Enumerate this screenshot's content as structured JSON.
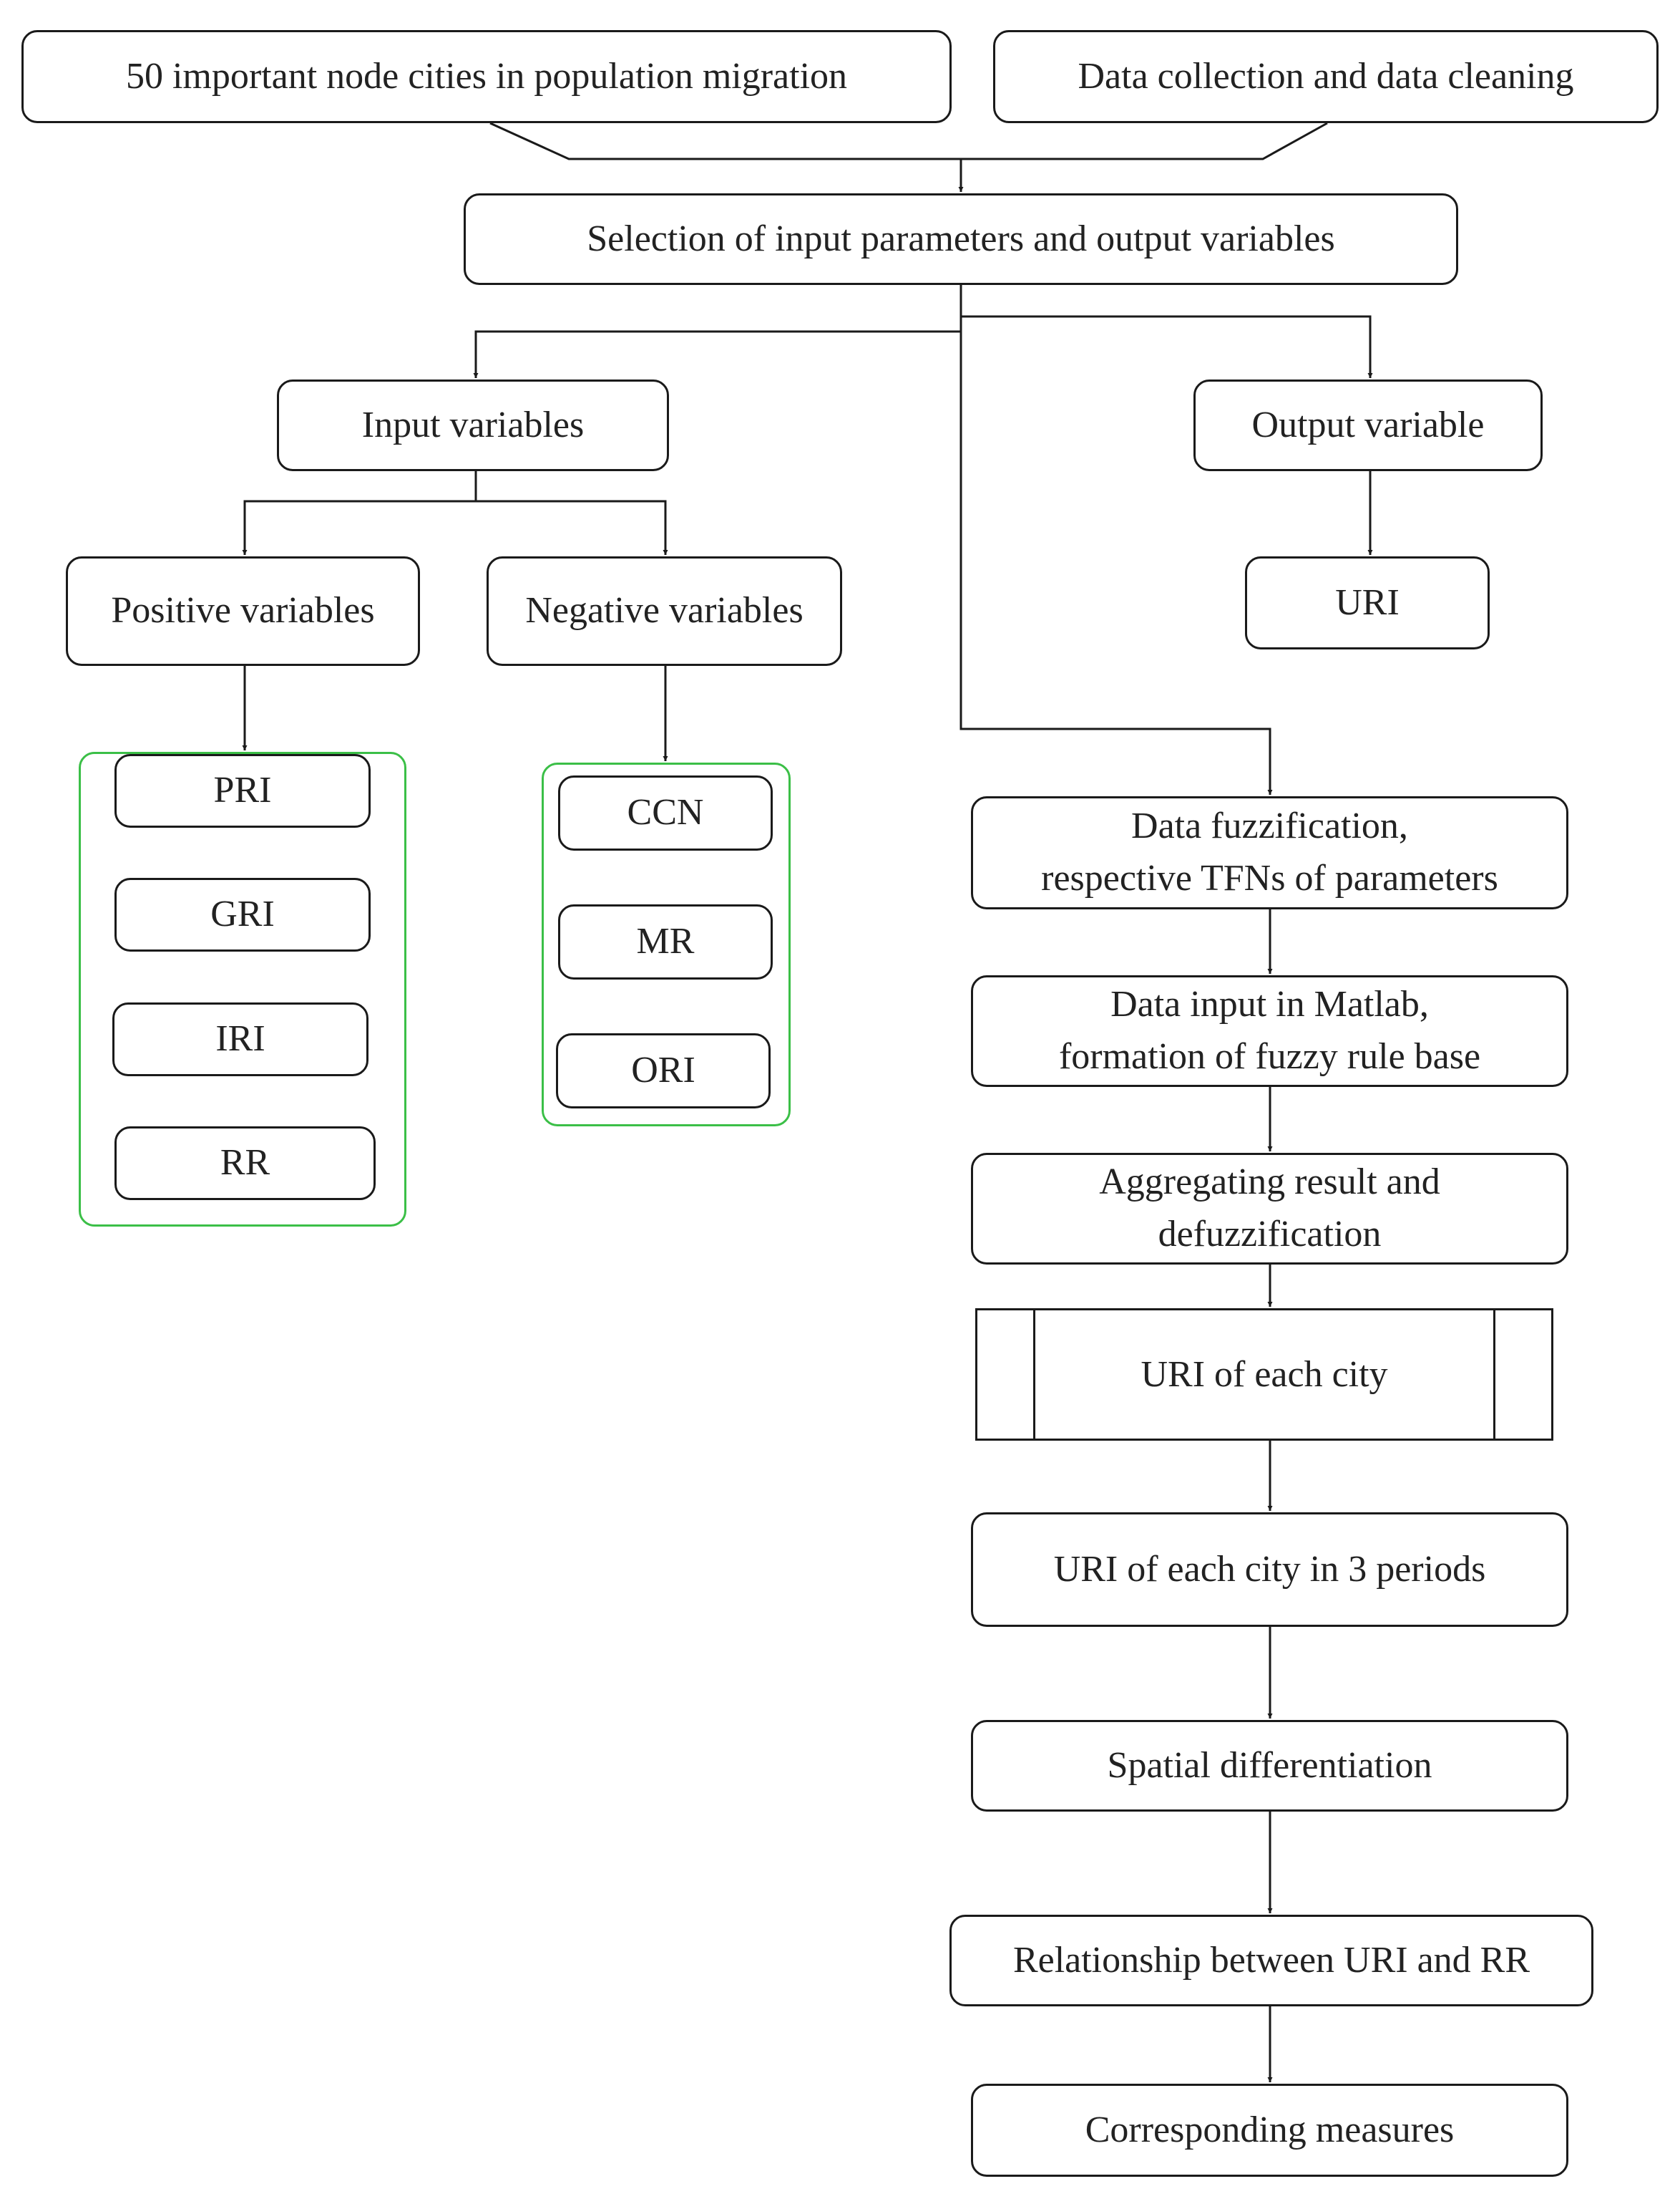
{
  "nodes": {
    "cities": "50 important node cities in population migration",
    "data_collection": "Data collection and data cleaning",
    "selection": "Selection of input parameters and output variables",
    "input_vars": "Input variables",
    "output_var": "Output variable",
    "positive_vars": "Positive variables",
    "negative_vars": "Negative variables",
    "uri": "URI",
    "positive_items": [
      "PRI",
      "GRI",
      "IRI",
      "RR"
    ],
    "negative_items": [
      "CCN",
      "MR",
      "ORI"
    ],
    "fuzzification": "Data fuzzification,\nrespective TFNs of parameters",
    "matlab": "Data input in Matlab,\nformation of fuzzy rule base",
    "aggregating": "Aggregating result and\ndefuzzification",
    "uri_each_city": "URI of each city",
    "uri_periods": "URI of each city in 3 periods",
    "spatial": "Spatial differentiation",
    "relationship": "Relationship between URI and RR",
    "measures": "Corresponding measures"
  },
  "colors": {
    "line": "#1a1a1a",
    "group_border": "#3bbf47",
    "text": "#222222"
  }
}
